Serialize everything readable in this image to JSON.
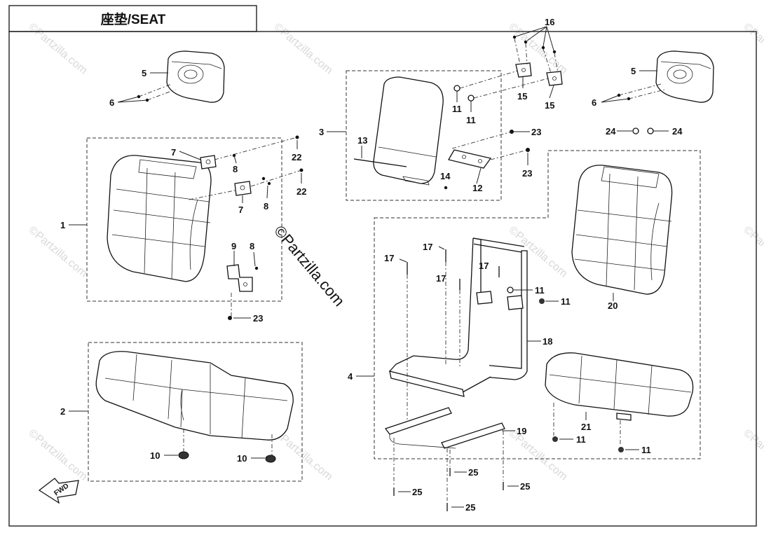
{
  "title": "座垫/SEAT",
  "fwd_label": "FWD",
  "watermark": "©Partzilla.com",
  "callouts": {
    "c1": "1",
    "c2": "2",
    "c3": "3",
    "c4": "4",
    "c5a": "5",
    "c5b": "5",
    "c6a": "6",
    "c6b": "6",
    "c7a": "7",
    "c7b": "7",
    "c8a": "8",
    "c8b": "8",
    "c8c": "8",
    "c9": "9",
    "c10a": "10",
    "c10b": "10",
    "c11a": "11",
    "c11b": "11",
    "c11c": "11",
    "c11d": "11",
    "c11e": "11",
    "c11f": "11",
    "c12": "12",
    "c13": "13",
    "c14": "14",
    "c15a": "15",
    "c15b": "15",
    "c16": "16",
    "c17a": "17",
    "c17b": "17",
    "c17c": "17",
    "c17d": "17",
    "c18": "18",
    "c19": "19",
    "c20": "20",
    "c21": "21",
    "c22a": "22",
    "c22b": "22",
    "c23a": "23",
    "c23b": "23",
    "c23c": "23",
    "c24a": "24",
    "c24b": "24",
    "c25a": "25",
    "c25b": "25",
    "c25c": "25",
    "c25d": "25"
  }
}
